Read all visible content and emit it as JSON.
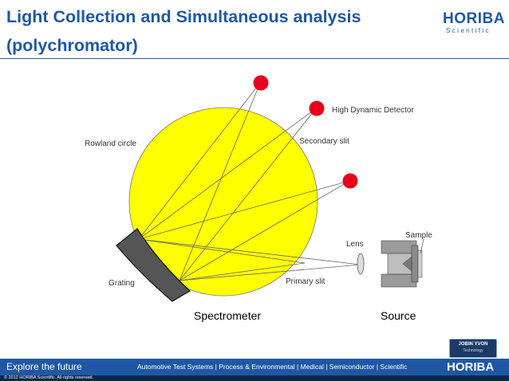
{
  "header": {
    "title_line1": "Light Collection and Simultaneous analysis",
    "title_line2": "(polychromator)",
    "logo_main": "HORIBA",
    "logo_sub": "Scientific"
  },
  "diagram": {
    "labels": {
      "high_dynamic_detector": "High Dynamic Detector",
      "rowland_circle": "Rowland circle",
      "secondary_slit": "Secondary slit",
      "sample": "Sample",
      "lens": "Lens",
      "grating": "Grating",
      "primary_slit": "Primary slit",
      "spectrometer": "Spectrometer",
      "source": "Source"
    },
    "colors": {
      "rowland_circle_fill": "#ffff00",
      "detector": "#e8001c",
      "grating": "#555555",
      "source_body": "#9a9a9a",
      "rays": "#666666"
    }
  },
  "badge": {
    "line1": "JOBIN YVON",
    "line2": "Technology"
  },
  "footer": {
    "tagline": "Explore the future",
    "nav": "Automotive Test Systems  |  Process & Environmental  |  Medical  |  Semiconductor  |  Scientific",
    "logo": "HORIBA",
    "copyright": "© 2012 HORIBA Scientific. All rights reserved."
  }
}
